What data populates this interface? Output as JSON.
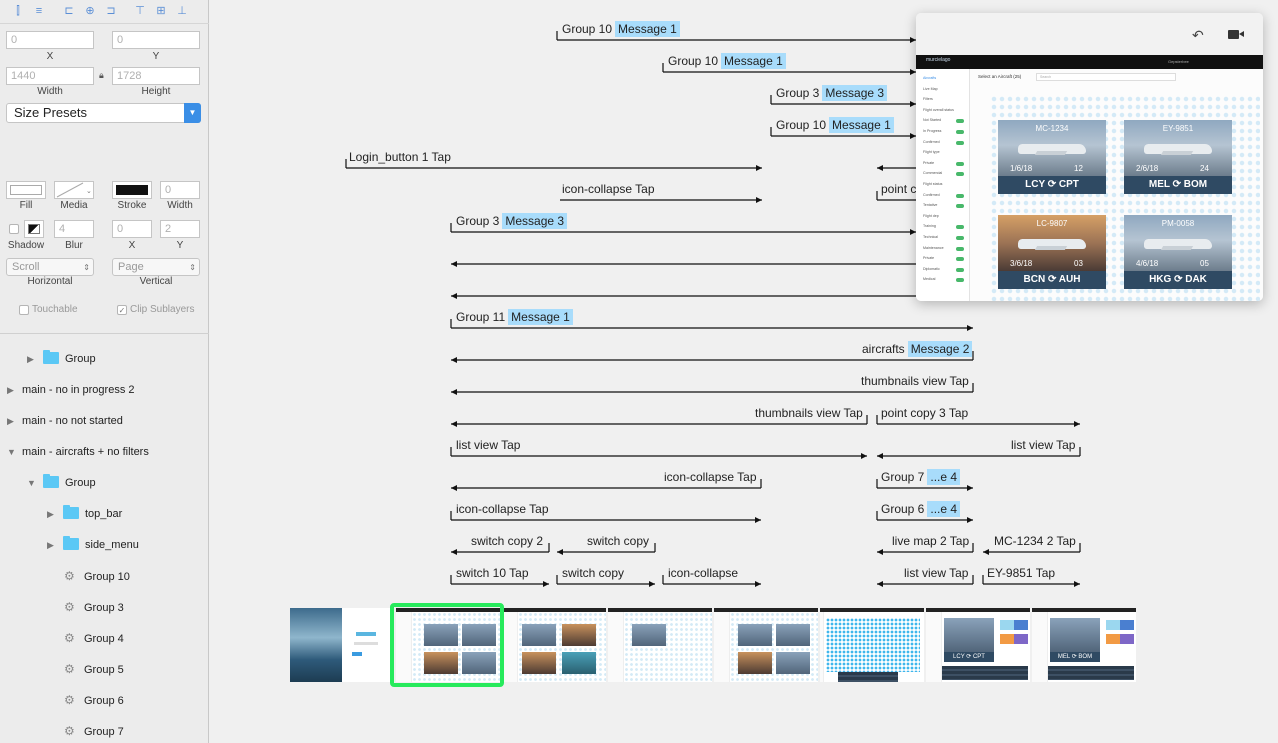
{
  "inspector": {
    "x_value": "0",
    "x_label": "X",
    "y_value": "0",
    "y_label": "Y",
    "width_value": "1440",
    "width_label": "Width",
    "height_value": "1728",
    "height_label": "Height",
    "size_presets": "Size Presets",
    "fill_label": "Fill",
    "media_label": "Media",
    "stroke_label": "Stroke",
    "stroke_width_value": "0",
    "stroke_width_label": "Width",
    "shadow_label": "Shadow",
    "blur_value": "4",
    "blur_label": "Blur",
    "shadow_x_value": "0",
    "shadow_x_label": "X",
    "shadow_y_value": "2",
    "shadow_y_label": "Y",
    "horizontal_value": "Scroll",
    "horizontal_label": "Horizontal",
    "vertical_value": "Page",
    "vertical_label": "Vertical",
    "touchable_label": "Touchable",
    "clip_label": "Clip Sublayers"
  },
  "layers": [
    {
      "label": "Group",
      "indent": 2,
      "kind": "folder",
      "tri": "▶"
    },
    {
      "label": "main - no in progress 2",
      "indent": 0,
      "kind": "plain",
      "tri": "▶"
    },
    {
      "label": "main - no not started",
      "indent": 0,
      "kind": "plain",
      "tri": "▶"
    },
    {
      "label": "main - aircrafts + no filters",
      "indent": 0,
      "kind": "plain",
      "tri": "▼"
    },
    {
      "label": "Group",
      "indent": 2,
      "kind": "folder",
      "tri": "▼"
    },
    {
      "label": "top_bar",
      "indent": 4,
      "kind": "folder",
      "tri": "▶"
    },
    {
      "label": "side_menu",
      "indent": 4,
      "kind": "folder",
      "tri": "▶"
    },
    {
      "label": "Group 10",
      "indent": 5,
      "kind": "gear",
      "tri": ""
    },
    {
      "label": "Group 3",
      "indent": 5,
      "kind": "gear",
      "tri": ""
    },
    {
      "label": "Group 4",
      "indent": 5,
      "kind": "gear",
      "tri": ""
    },
    {
      "label": "Group 5",
      "indent": 5,
      "kind": "gear",
      "tri": ""
    },
    {
      "label": "Group 6",
      "indent": 5,
      "kind": "gear",
      "tri": ""
    },
    {
      "label": "Group 7",
      "indent": 5,
      "kind": "gear",
      "tri": ""
    }
  ],
  "flow": {
    "group10_a": "Group 10",
    "message1_a": "Message 1",
    "group10_b": "Group 10",
    "message1_b": "Message 1",
    "group3_a": "Group 3",
    "message3_a": "Message 3",
    "group10_c": "Group 10",
    "message1_c": "Message 1",
    "login_tap": "Login_button 1 Tap",
    "icon_collapse_1": "icon-collapse Tap",
    "point_c": "point c",
    "group3_b": "Group 3",
    "message3_b": "Message 3",
    "group11": "Group 11",
    "message1_d": "Message 1",
    "aircrafts": "aircrafts",
    "message2": "Message 2",
    "thumbnails_1": "thumbnails view Tap",
    "thumbnails_2": "thumbnails view Tap",
    "point_copy3": "point copy 3 Tap",
    "list_view_1": "list view Tap",
    "list_view_2": "list view Tap",
    "icon_collapse_2": "icon-collapse Tap",
    "group7": "Group 7",
    "msg_e4_a": "...e 4",
    "icon_collapse_3": "icon-collapse Tap",
    "group6": "Group 6",
    "msg_e4_b": "...e 4",
    "switch_copy2": "switch copy 2",
    "switch_copy_a": "switch copy",
    "live_map2": "live map 2 Tap",
    "mc1234_2": "MC-1234 2 Tap",
    "switch10": "switch 10 Tap",
    "switch_copy_b": "switch copy",
    "icon_collapse_4": "icon-collapse",
    "list_view_3": "list view Tap",
    "ey9851": "EY-9851 Tap"
  },
  "preview": {
    "app_title": "Select an Aircraft (25)",
    "search_placeholder": "Search",
    "logo_text": "murcielago",
    "user_text": "Gepsterbee",
    "side_items": [
      "Aircrafts",
      "Live Map",
      "Filters",
      "Flight overall status",
      "Not Started",
      "In Progress",
      "Confirmed",
      "Flight type",
      "Private",
      "Commercial",
      "Flight status",
      "Confirmed",
      "Tentative",
      "Flight dep",
      "Training",
      "Technical",
      "Maintenance",
      "Private",
      "Diplomatic",
      "Medical"
    ],
    "cards": [
      {
        "reg": "MC-1234",
        "date": "1/6/18",
        "pax": "12",
        "route": "LCY ⟳ CPT",
        "tone": "cool"
      },
      {
        "reg": "EY-9851",
        "date": "2/6/18",
        "pax": "24",
        "route": "MEL ⟳ BOM",
        "tone": "cool"
      },
      {
        "reg": "LC-9807",
        "date": "3/6/18",
        "pax": "03",
        "route": "BCN ⟳ AUH",
        "tone": "warm"
      },
      {
        "reg": "PM-0058",
        "date": "4/6/18",
        "pax": "05",
        "route": "HKG ⟳ DAK",
        "tone": "cool"
      }
    ]
  },
  "colors": {
    "message_highlight": "#a8dcfb",
    "thumb_selected": "#27ea5c",
    "accent": "#3a8ee6"
  }
}
